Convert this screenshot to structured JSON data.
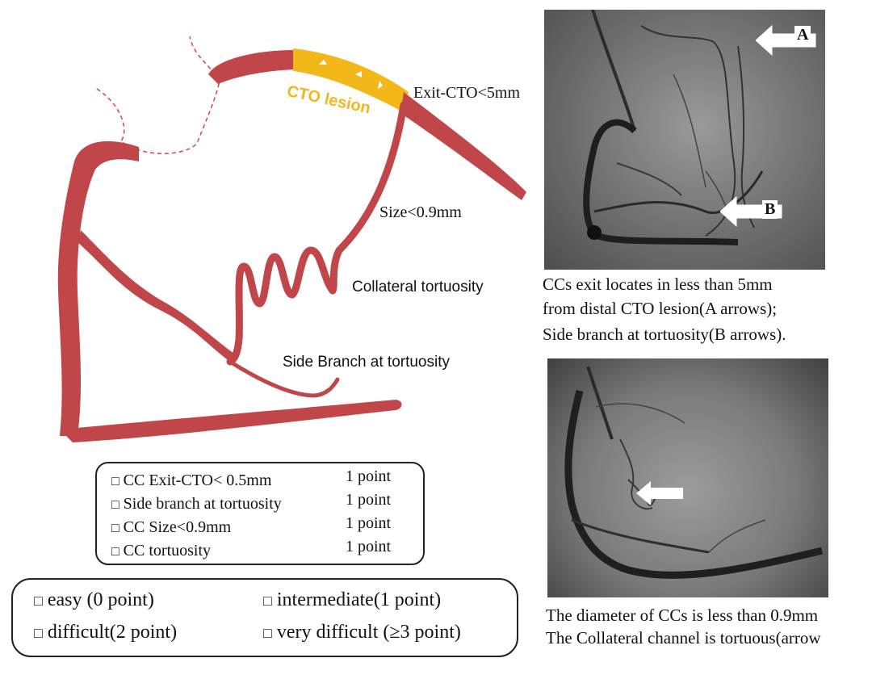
{
  "diagram": {
    "lesion_label": "CTO lesion",
    "exit_label": "Exit-CTO<5mm",
    "size_label": "Size<0.9mm",
    "tortuosity_label": "Collateral tortuosity",
    "side_branch_label": "Side Branch at tortuosity",
    "colors": {
      "vessel": "#c0464a",
      "lesion": "#f2b81a",
      "epicardial_dashed": "#d9434a"
    }
  },
  "criteria_box": {
    "checkbox_glyph": "□",
    "items": [
      {
        "label": "CC Exit-CTO< 0.5mm",
        "points": "1 point"
      },
      {
        "label": "Side branch at tortuosity",
        "points": "1 point"
      },
      {
        "label": "CC Size<0.9mm",
        "points": "1 point"
      },
      {
        "label": "CC tortuosity",
        "points": "1 point"
      }
    ]
  },
  "difficulty_box": {
    "items": [
      {
        "label": "easy (0 point)"
      },
      {
        "label": "intermediate(1 point)"
      },
      {
        "label": "difficult(2 point)"
      },
      {
        "label": "very difficult (≥3 point)"
      }
    ]
  },
  "angiogram_top": {
    "arrow_a_label": "A",
    "arrow_b_label": "B",
    "caption_lines": [
      "CCs exit locates in less than 5mm",
      "from distal CTO lesion(A arrows);",
      "Side branch at tortuosity(B arrows)."
    ]
  },
  "angiogram_bottom": {
    "caption_lines": [
      "The diameter of CCs is less than 0.9mm",
      "The Collateral channel is tortuous(arrow"
    ]
  }
}
